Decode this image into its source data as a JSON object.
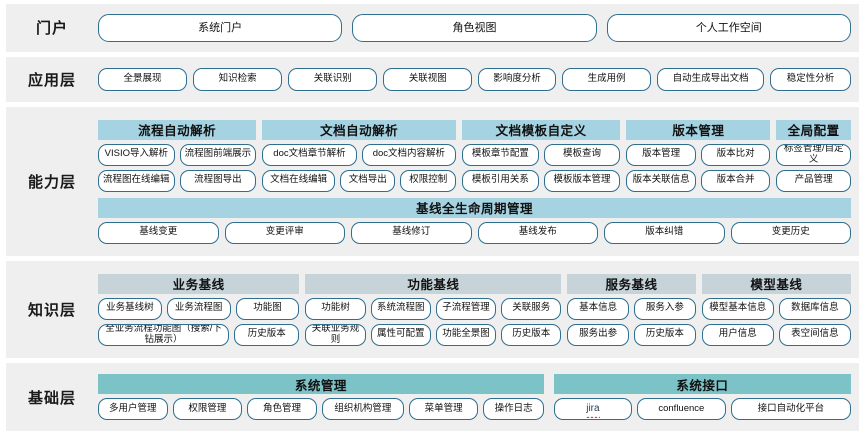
{
  "diagram": {
    "colors": {
      "band_bg": "#efefef",
      "pill_border": "#2e6e8e",
      "capability_header": "#a6d3e2",
      "knowledge_header": "#c6d4d9",
      "foundation_header": "#7cc3c8"
    }
  },
  "layers": [
    {
      "id": "portal",
      "label": "门户",
      "items": [
        "系统门户",
        "角色视图",
        "个人工作空间"
      ]
    },
    {
      "id": "application",
      "label": "应用层",
      "items": [
        "全景展现",
        "知识检索",
        "关联识别",
        "关联视图",
        "影响度分析",
        "生成用例",
        "自动生成导出文档",
        "稳定性分析"
      ]
    },
    {
      "id": "capability",
      "label": "能力层",
      "groups": [
        {
          "title": "流程自动解析",
          "rows": [
            [
              "VISIO导入解析",
              "流程图前端展示"
            ],
            [
              "流程图在线编辑",
              "流程图导出"
            ]
          ]
        },
        {
          "title": "文档自动解析",
          "rows": [
            [
              "doc文档章节解析",
              "doc文档内容解析"
            ],
            [
              "文档在线编辑",
              "文档导出",
              "权限控制"
            ]
          ]
        },
        {
          "title": "文档模板自定义",
          "rows": [
            [
              "模板章节配置",
              "模板查询"
            ],
            [
              "模板引用关系",
              "模板版本管理"
            ]
          ]
        },
        {
          "title": "版本管理",
          "rows": [
            [
              "版本管理",
              "版本比对"
            ],
            [
              "版本关联信息",
              "版本合并"
            ]
          ]
        },
        {
          "title": "全局配置",
          "rows": [
            [
              "标签管理/自定义"
            ],
            [
              "产品管理"
            ]
          ]
        }
      ],
      "baseline": {
        "title": "基线全生命周期管理",
        "items": [
          "基线变更",
          "变更评审",
          "基线修订",
          "基线发布",
          "版本纠错",
          "变更历史"
        ]
      }
    },
    {
      "id": "knowledge",
      "label": "知识层",
      "groups": [
        {
          "title": "业务基线",
          "rows": [
            [
              "业务基线树",
              "业务流程图",
              "功能图"
            ],
            [
              "全业务流程功能图（搜索/下钻展示）",
              "历史版本"
            ]
          ]
        },
        {
          "title": "功能基线",
          "rows": [
            [
              "功能树",
              "系统流程图",
              "子流程管理",
              "关联服务"
            ],
            [
              "关联业务规则",
              "属性可配置",
              "功能全景图",
              "历史版本"
            ]
          ]
        },
        {
          "title": "服务基线",
          "rows": [
            [
              "基本信息",
              "服务入参"
            ],
            [
              "服务出参",
              "历史版本"
            ]
          ]
        },
        {
          "title": "模型基线",
          "rows": [
            [
              "模型基本信息",
              "数据库信息"
            ],
            [
              "用户信息",
              "表空间信息"
            ]
          ]
        }
      ]
    },
    {
      "id": "foundation",
      "label": "基础层",
      "groups": [
        {
          "title": "系统管理",
          "rows": [
            [
              "多用户管理",
              "权限管理",
              "角色管理",
              "组织机构管理",
              "菜单管理",
              "操作日志"
            ]
          ]
        },
        {
          "title": "系统接口",
          "rows": [
            [
              "jira",
              "confluence",
              "接口自动化平台"
            ]
          ]
        }
      ]
    }
  ]
}
